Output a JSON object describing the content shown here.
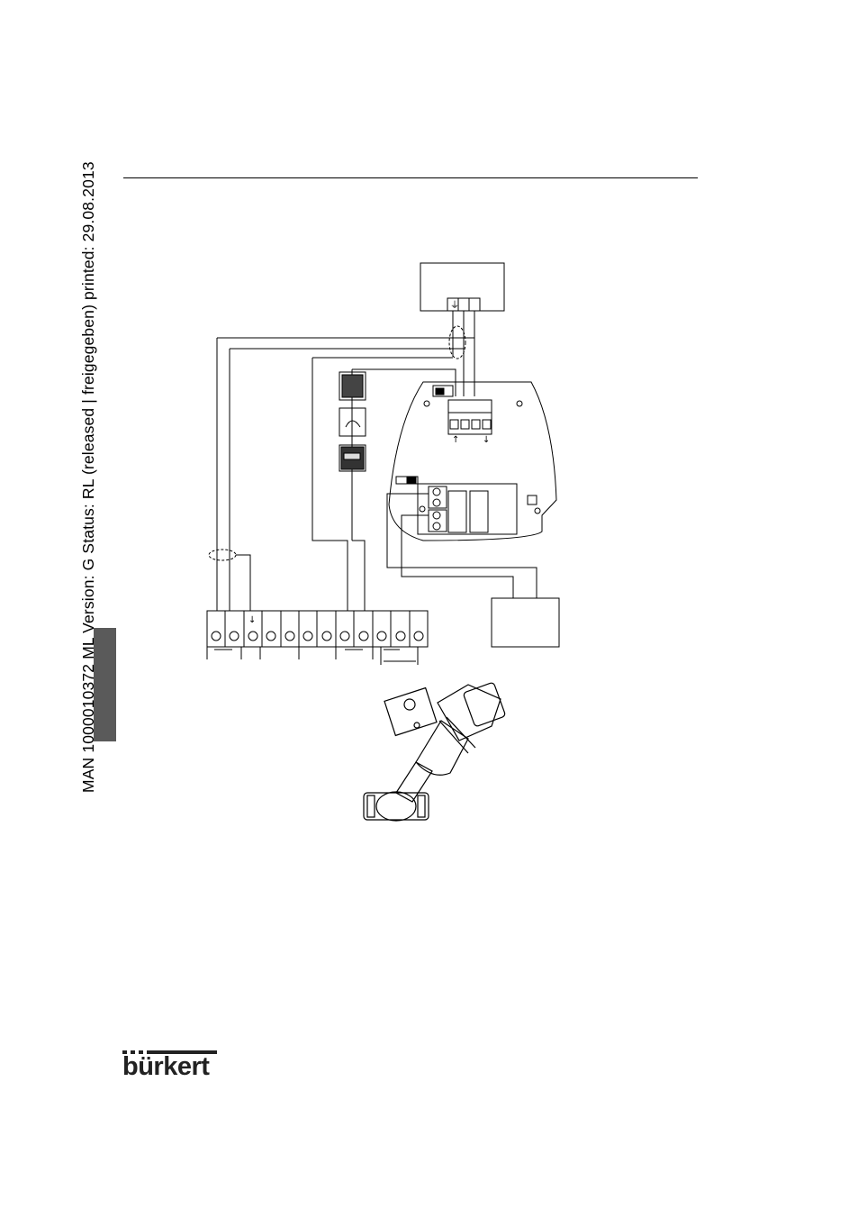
{
  "sidebar": {
    "document_label": "MAN  1000010372  ML  Version: G  Status: RL (released | freigegeben)  printed: 29.08.2013"
  },
  "logo": {
    "text": "bürkert"
  },
  "diagram": {
    "terminal_count": 12,
    "ground_symbol": "⏚",
    "pointer_symbols": [
      "↑",
      "↓"
    ]
  },
  "colors": {
    "tab": "#5a5a5a",
    "ink": "#000000"
  }
}
